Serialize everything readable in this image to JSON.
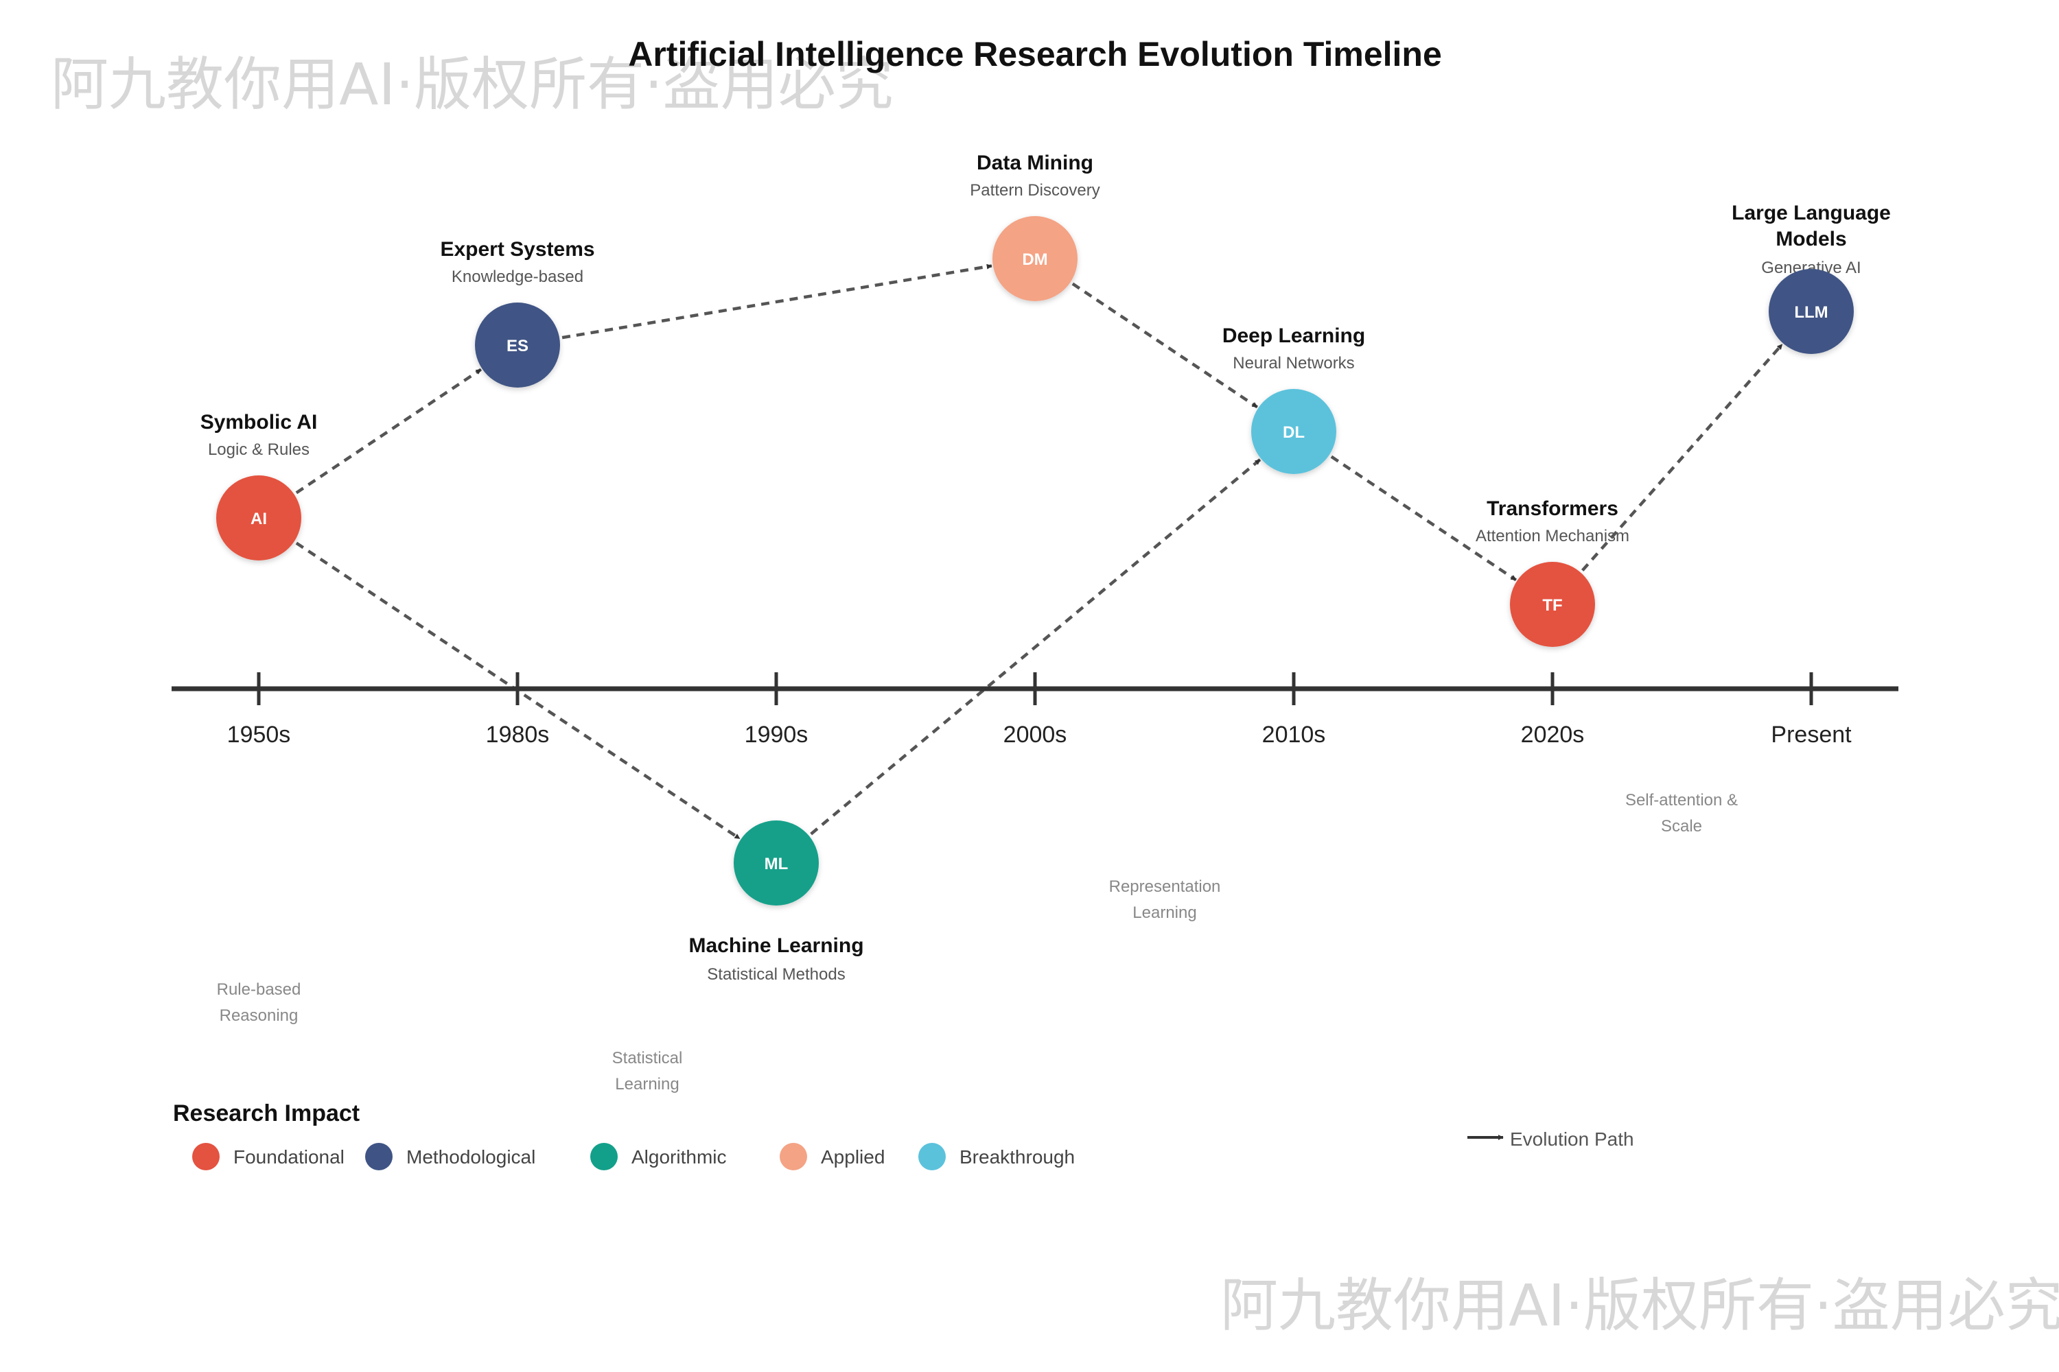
{
  "title": "Artificial Intelligence Research Evolution Timeline",
  "watermark": "阿九教你用AI·版权所有·盗用必究",
  "axis": {
    "ticks": [
      "1950s",
      "1980s",
      "1990s",
      "2000s",
      "2010s",
      "2020s",
      "Present"
    ]
  },
  "nodes": [
    {
      "abbr": "AI",
      "title": "Symbolic AI",
      "subtitle": "Logic & Rules",
      "impact": "Foundational",
      "era": "1950s"
    },
    {
      "abbr": "ES",
      "title": "Expert Systems",
      "subtitle": "Knowledge-based",
      "impact": "Methodological",
      "era": "1980s"
    },
    {
      "abbr": "ML",
      "title": "Machine Learning",
      "subtitle": "Statistical Methods",
      "impact": "Algorithmic",
      "era": "1990s"
    },
    {
      "abbr": "DM",
      "title": "Data Mining",
      "subtitle": "Pattern Discovery",
      "impact": "Applied",
      "era": "2000s"
    },
    {
      "abbr": "DL",
      "title": "Deep Learning",
      "subtitle": "Neural Networks",
      "impact": "Breakthrough",
      "era": "2010s"
    },
    {
      "abbr": "TF",
      "title": "Transformers",
      "subtitle": "Attention Mechanism",
      "impact": "Foundational",
      "era": "2020s"
    },
    {
      "abbr": "LLM",
      "title": "Large Language Models",
      "subtitle": "Generative AI",
      "impact": "Methodological",
      "era": "Present"
    }
  ],
  "edges": [
    {
      "from": "AI",
      "to": "ES"
    },
    {
      "from": "AI",
      "to": "ML"
    },
    {
      "from": "ES",
      "to": "DM"
    },
    {
      "from": "ML",
      "to": "DL"
    },
    {
      "from": "DM",
      "to": "DL"
    },
    {
      "from": "DL",
      "to": "TF"
    },
    {
      "from": "TF",
      "to": "LLM"
    }
  ],
  "annotations": [
    {
      "text": "Rule-based Reasoning"
    },
    {
      "text": "Statistical Learning"
    },
    {
      "text": "Representation Learning"
    },
    {
      "text": "Self-attention & Scale"
    }
  ],
  "legend": {
    "title": "Research Impact",
    "items": [
      {
        "label": "Foundational",
        "color": "#E45240"
      },
      {
        "label": "Methodological",
        "color": "#3F5485"
      },
      {
        "label": "Algorithmic",
        "color": "#12A08A"
      },
      {
        "label": "Applied",
        "color": "#F4A385"
      },
      {
        "label": "Breakthrough",
        "color": "#5BC2DC"
      }
    ],
    "path_label": "Evolution Path"
  }
}
